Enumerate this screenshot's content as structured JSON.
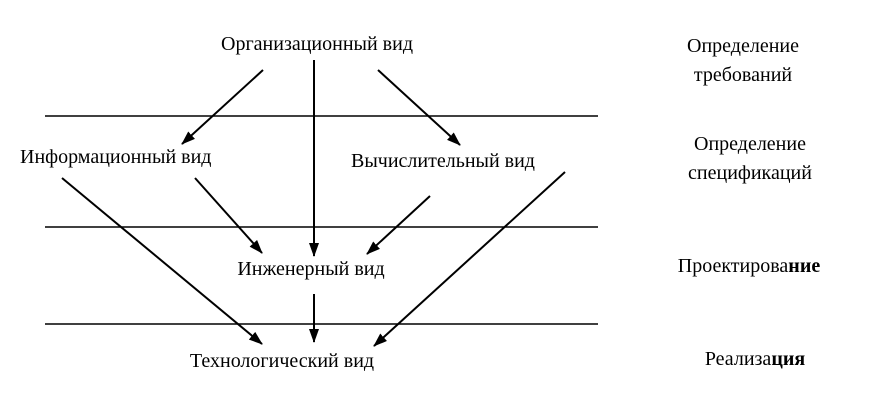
{
  "views": {
    "organizational": "Организационный вид",
    "informational": "Информационный вид",
    "computational": "Вычислительный вид",
    "engineering": "Инженерный вид",
    "technological": "Технологический вид"
  },
  "phases": {
    "requirements": {
      "line1": "Определение",
      "line2": "требований"
    },
    "specifications": {
      "line1": "Определение",
      "line2": "спецификаций"
    },
    "design": {
      "regular": "Проектирова",
      "bold": "ние"
    },
    "implementation": {
      "regular": "Реализа",
      "bold": "ция"
    }
  }
}
